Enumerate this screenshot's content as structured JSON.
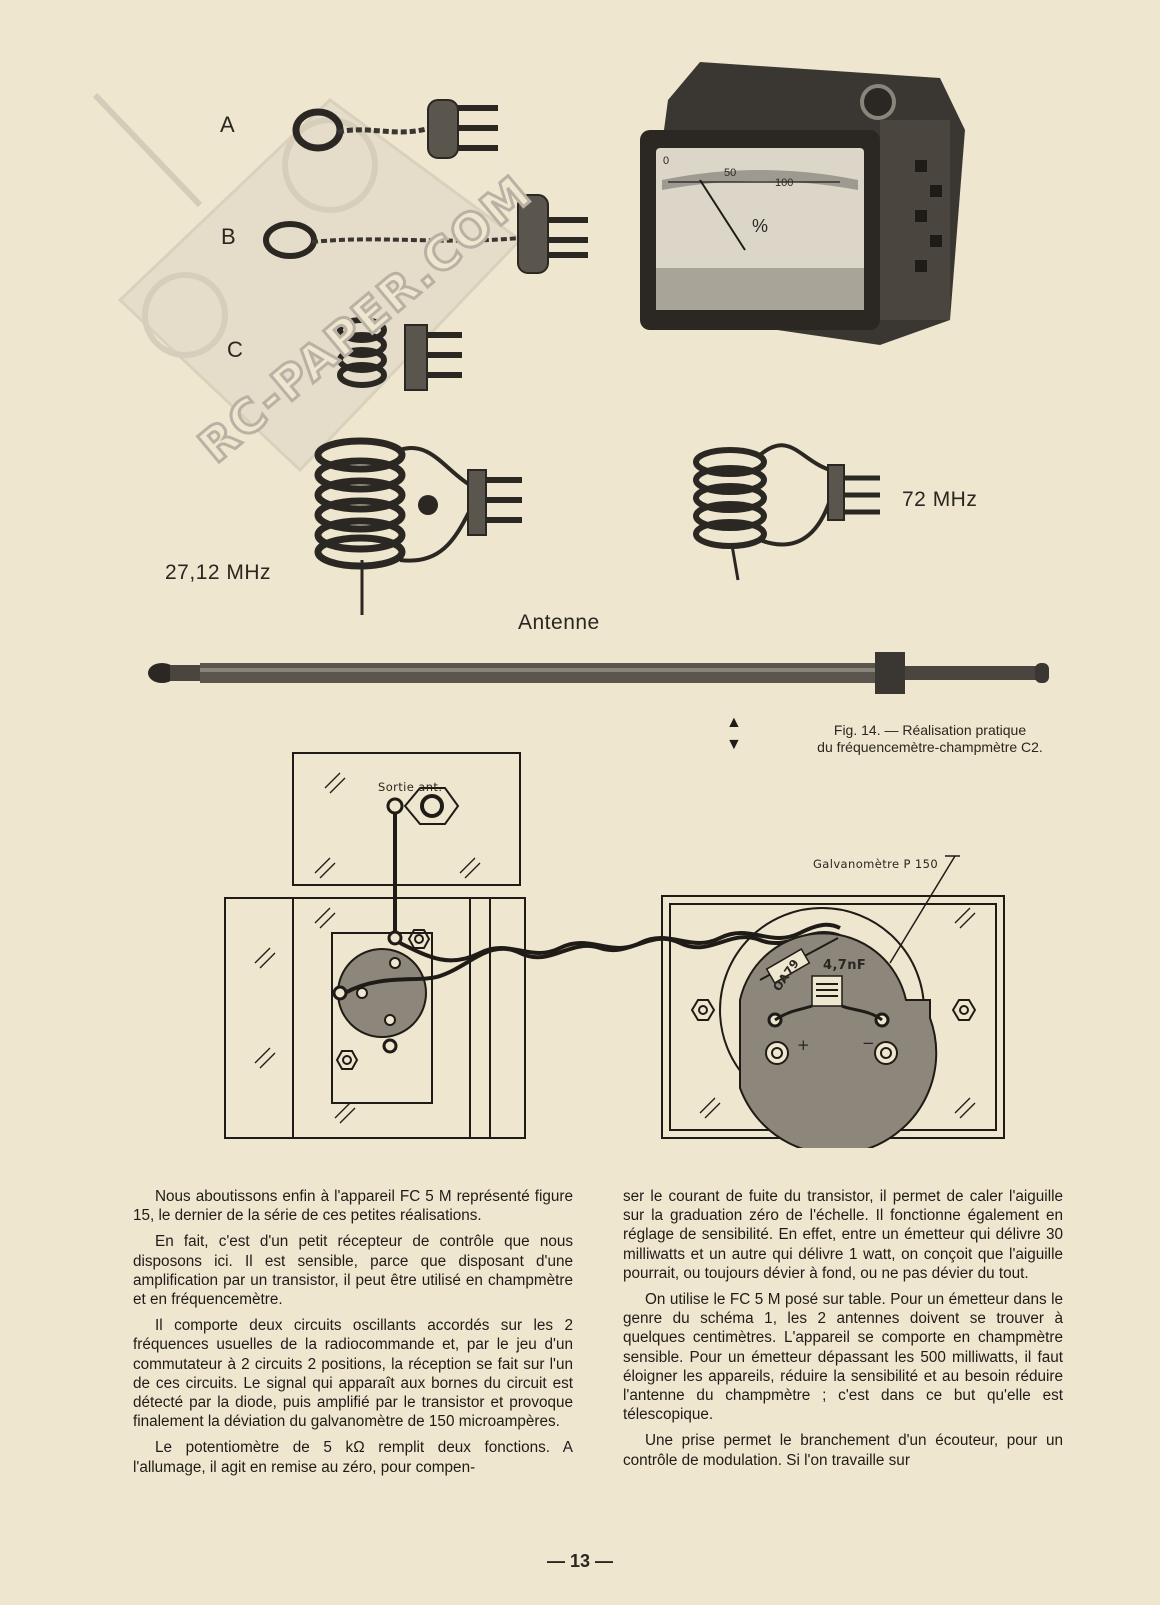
{
  "figure_labels": {
    "a": "A",
    "b": "B",
    "c": "C",
    "freq_72": "72 MHz",
    "freq_27": "27,12 MHz",
    "antenna": "Antenne"
  },
  "meter_scale": {
    "zero": "0",
    "fifty": "50",
    "hundred": "100",
    "percent": "%"
  },
  "caption": {
    "line1": "Fig. 14. — Réalisation pratique",
    "line2": "du fréquencemètre-champmètre C2."
  },
  "diagram_labels": {
    "sortie": "Sortie ant.",
    "galvano": "Galvanomètre P 150",
    "diode": "OA79",
    "capacitor": "4,7nF",
    "plus": "+",
    "minus": "−"
  },
  "watermark": "RC-PAPER.COM",
  "text": {
    "left": [
      "Nous aboutissons enfin à l'appareil FC 5 M représenté figure 15, le dernier de la série de ces petites réalisations.",
      "En fait, c'est d'un petit récepteur de contrôle que nous disposons ici. Il est sensible, parce que disposant d'une amplification par un transistor, il peut être utilisé en champmètre et en fréquencemètre.",
      "Il comporte deux circuits oscillants accordés sur les 2 fréquences usuelles de la radiocommande et, par le jeu d'un commutateur à 2 circuits 2 positions, la réception se fait sur l'un de ces circuits. Le signal qui apparaît aux bornes du circuit est détecté par la diode, puis amplifié par le transistor et provoque finalement la déviation du galvanomètre de 150 microampères.",
      "Le potentiomètre de 5 kΩ remplit deux fonctions. A l'allumage, il agit en remise au zéro, pour compen-"
    ],
    "right": [
      "ser le courant de fuite du transistor, il permet de caler l'aiguille sur la graduation zéro de l'échelle. Il fonctionne également en réglage de sensibilité. En effet, entre un émetteur qui délivre 30 milliwatts et un autre qui délivre 1 watt, on conçoit que l'aiguille pourrait, ou toujours dévier à fond, ou ne pas dévier du tout.",
      "On utilise le FC 5 M posé sur table. Pour un émetteur dans le genre du schéma 1, les 2 antennes doivent se trouver à quelques centimètres. L'appareil se comporte en champmètre sensible. Pour un émetteur dépassant les 500 milliwatts, il faut éloigner les appareils, réduire la sensibilité et au besoin réduire l'antenne du champmètre ; c'est dans ce but qu'elle est télescopique.",
      "Une prise permet le branchement d'un écouteur, pour un contrôle de modulation. Si l'on travaille sur"
    ]
  },
  "page_number": "— 13 —"
}
